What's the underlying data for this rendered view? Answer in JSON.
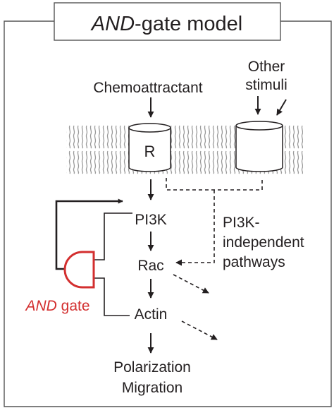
{
  "title": {
    "italic_part": "AND",
    "rest": "-gate model"
  },
  "labels": {
    "chemoattractant": "Chemoattractant",
    "other_stimuli_line1": "Other",
    "other_stimuli_line2": "stimuli",
    "receptor": "R",
    "pi3k": "PI3K",
    "rac": "Rac",
    "actin": "Actin",
    "output_line1": "Polarization",
    "output_line2": "Migration",
    "independent_line1": "PI3K-",
    "independent_line2": "independent",
    "independent_line3": "pathways",
    "and_gate_italic": "AND",
    "and_gate_rest": " gate"
  },
  "colors": {
    "ink": "#231f20",
    "and_gate": "#d32f2f",
    "membrane": "#9a9a9a"
  }
}
